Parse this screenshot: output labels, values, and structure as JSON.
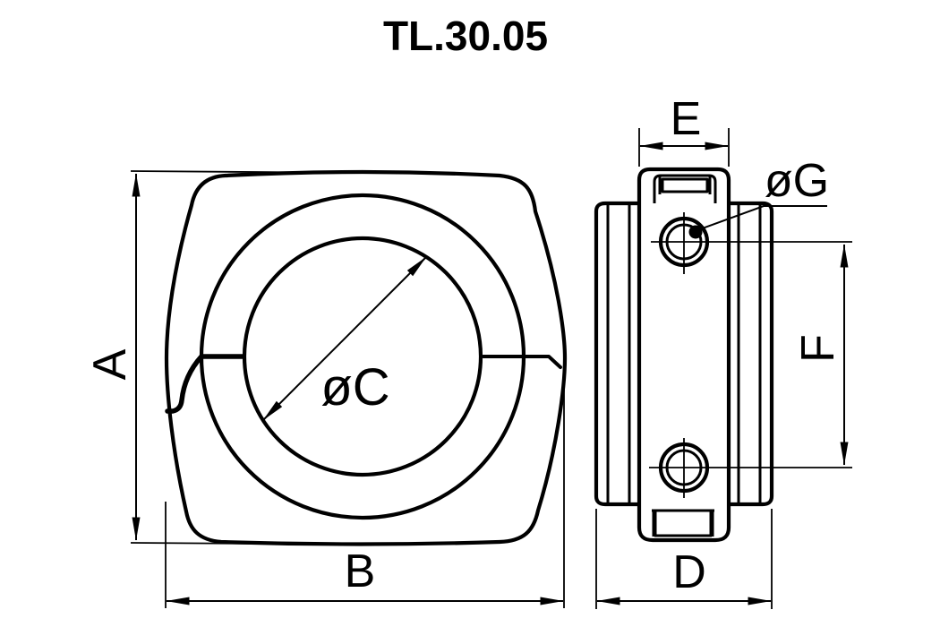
{
  "title": "TL.30.05",
  "colors": {
    "line": "#000000",
    "background": "#ffffff"
  },
  "views": {
    "front": {
      "labels": {
        "height": "A",
        "width": "B",
        "bore_diameter": "øC"
      }
    },
    "side": {
      "labels": {
        "tab_width": "E",
        "overall_width": "D",
        "hole_spacing": "F",
        "hole_diameter": "øG"
      }
    }
  }
}
